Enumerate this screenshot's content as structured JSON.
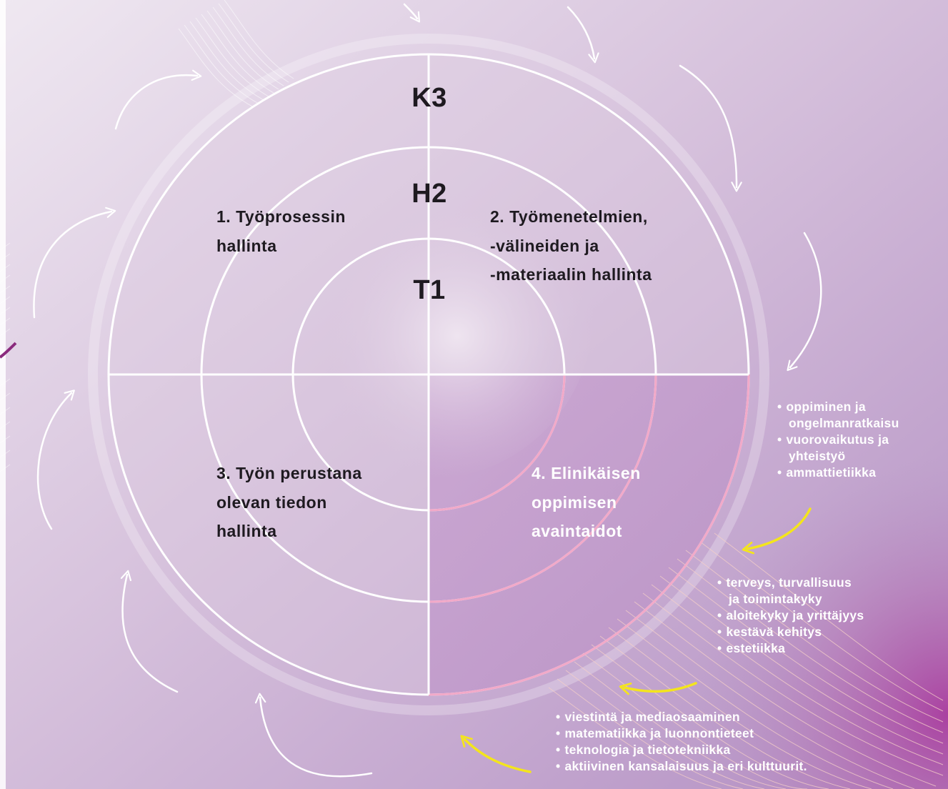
{
  "diagram": {
    "rings": {
      "outer": "K3",
      "middle": "H2",
      "inner": "T1"
    },
    "quadrants": {
      "q1": {
        "lines": [
          "1. Työprosessin",
          "hallinta"
        ]
      },
      "q2": {
        "lines": [
          "2. Työmenetelmien,",
          "-välineiden ja",
          "-materiaalin hallinta"
        ]
      },
      "q3": {
        "lines": [
          "3. Työn perustana",
          "olevan tiedon",
          "hallinta"
        ]
      },
      "q4": {
        "lines": [
          "4. Elinikäisen",
          "oppimisen",
          "avaintaidot"
        ]
      }
    },
    "key_skill_groups": [
      {
        "items": [
          [
            "oppiminen ja",
            "ongelmanratkaisu"
          ],
          [
            "vuorovaikutus ja",
            "yhteistyö"
          ],
          [
            "ammattietiikka"
          ]
        ]
      },
      {
        "items": [
          [
            "terveys, turvallisuus",
            "ja toimintakyky"
          ],
          [
            "aloitekyky ja yrittäjyys"
          ],
          [
            "kestävä kehitys"
          ],
          [
            "estetiikka"
          ]
        ]
      },
      {
        "items": [
          [
            "viestintä ja mediaosaaminen"
          ],
          [
            "matematiikka ja luonnontieteet"
          ],
          [
            "teknologia ja tietotekniikka"
          ],
          [
            "aktiivinen kansalaisuus ja eri kulttuurit."
          ]
        ]
      }
    ],
    "colors": {
      "background_light": "#ece4ef",
      "background_dark": "#b390c2",
      "ring_stroke": "#ffffff",
      "quadrant4_ring_stroke": "#f2a9c8",
      "yellow_arrow": "#f4e51c",
      "accent_magenta": "#a8329a"
    }
  }
}
